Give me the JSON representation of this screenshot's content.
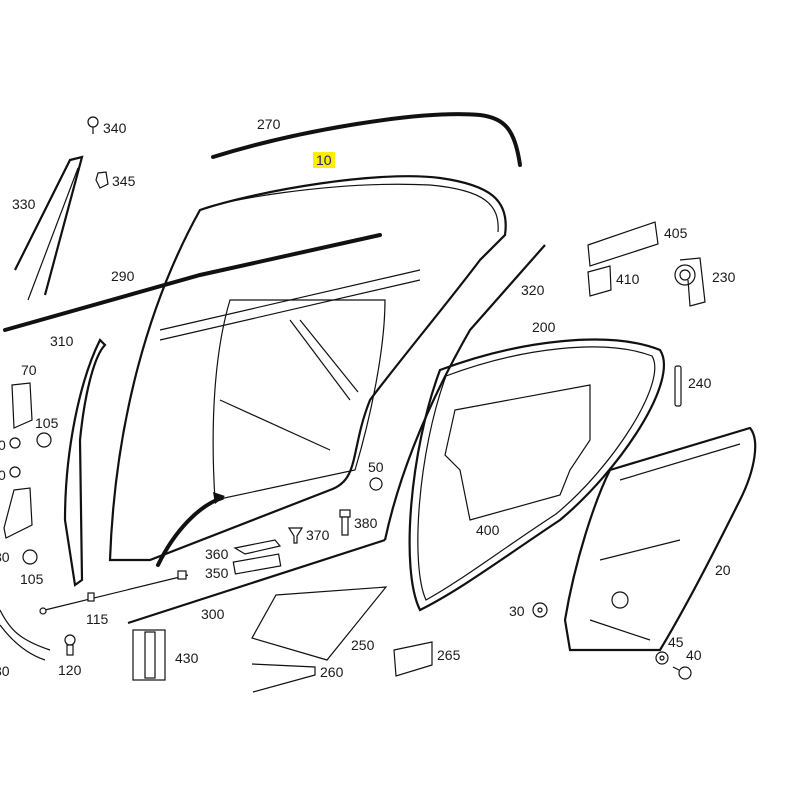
{
  "diagram": {
    "title": "Rear door exploded parts view",
    "highlight_color": "#ffee00",
    "highlight_text_color": "#1a237e",
    "highlighted_part": "10",
    "callouts": [
      {
        "id": "p340",
        "label": "340",
        "part": "screw"
      },
      {
        "id": "p270",
        "label": "270",
        "part": "roof-seal-strip"
      },
      {
        "id": "p10",
        "label": "10",
        "part": "door-shell",
        "highlighted": true
      },
      {
        "id": "p345",
        "label": "345",
        "part": "clip"
      },
      {
        "id": "p330",
        "label": "330",
        "part": "b-pillar-trim"
      },
      {
        "id": "p290",
        "label": "290",
        "part": "window-seal-outer"
      },
      {
        "id": "p310",
        "label": "310",
        "part": "door-frame-seal"
      },
      {
        "id": "p405",
        "label": "405",
        "part": "pad"
      },
      {
        "id": "p410",
        "label": "410",
        "part": "pad-small"
      },
      {
        "id": "p230",
        "label": "230",
        "part": "tape-roll"
      },
      {
        "id": "p320",
        "label": "320",
        "part": "rear-seal-strip"
      },
      {
        "id": "p200",
        "label": "200",
        "part": "door-seal"
      },
      {
        "id": "p240",
        "label": "240",
        "part": "pin"
      },
      {
        "id": "p70",
        "label": "70",
        "part": "hinge-upper"
      },
      {
        "id": "p105a",
        "label": "105",
        "part": "nut"
      },
      {
        "id": "p105b",
        "label": "105",
        "part": "nut"
      },
      {
        "id": "pcut1",
        "label": "0",
        "part": "partial-label"
      },
      {
        "id": "pcut2",
        "label": "0",
        "part": "partial-label"
      },
      {
        "id": "pcut3",
        "label": "80",
        "part": "partial-label"
      },
      {
        "id": "pcut4",
        "label": "30",
        "part": "partial-label"
      },
      {
        "id": "p50",
        "label": "50",
        "part": "grommet"
      },
      {
        "id": "p400",
        "label": "400",
        "part": "sound-insulation"
      },
      {
        "id": "p370",
        "label": "370",
        "part": "clip"
      },
      {
        "id": "p380",
        "label": "380",
        "part": "bolt"
      },
      {
        "id": "p360",
        "label": "360",
        "part": "bracket"
      },
      {
        "id": "p350",
        "label": "350",
        "part": "connector-block"
      },
      {
        "id": "p115",
        "label": "115",
        "part": "cable"
      },
      {
        "id": "p300",
        "label": "300",
        "part": "sill-seal"
      },
      {
        "id": "p20",
        "label": "20",
        "part": "door-module"
      },
      {
        "id": "p30",
        "label": "30",
        "part": "washer"
      },
      {
        "id": "p45",
        "label": "45",
        "part": "washer"
      },
      {
        "id": "p40",
        "label": "40",
        "part": "screw"
      },
      {
        "id": "p250",
        "label": "250",
        "part": "film"
      },
      {
        "id": "p265",
        "label": "265",
        "part": "pad"
      },
      {
        "id": "p260",
        "label": "260",
        "part": "film-small"
      },
      {
        "id": "p120",
        "label": "120",
        "part": "ball-stud"
      },
      {
        "id": "p430",
        "label": "430",
        "part": "bumper-block"
      }
    ]
  }
}
